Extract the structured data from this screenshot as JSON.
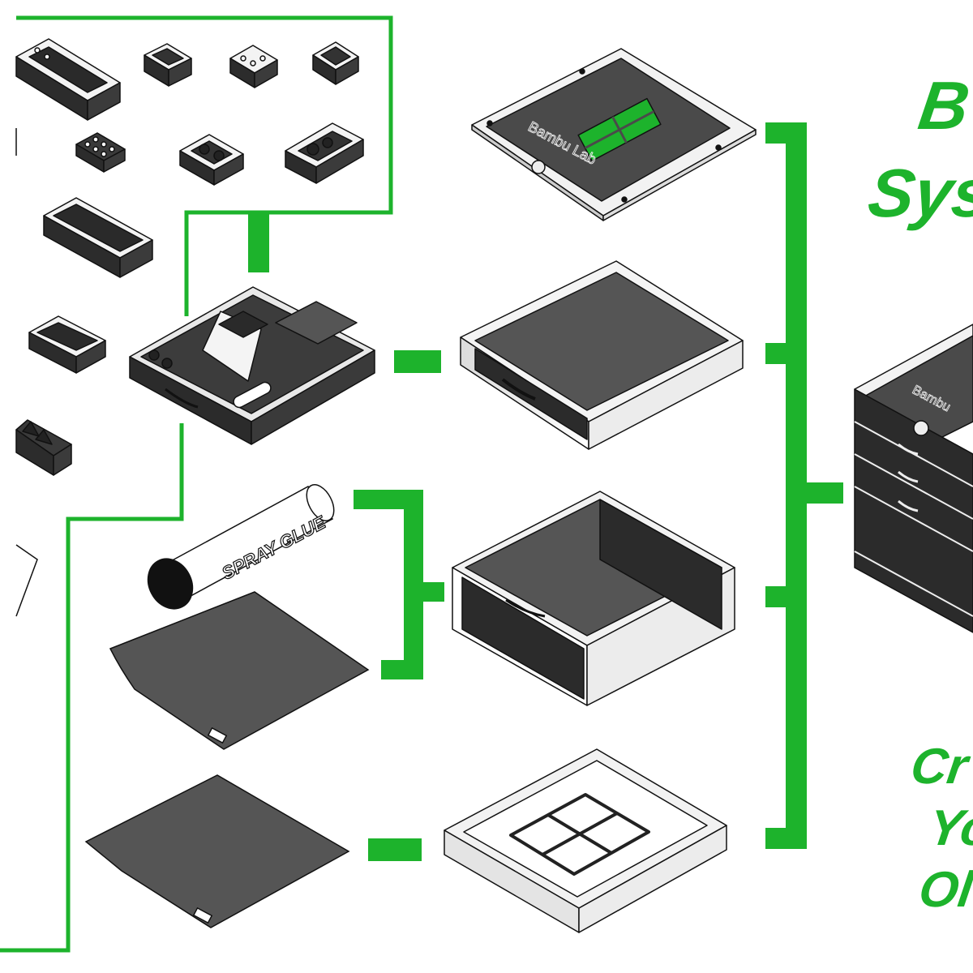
{
  "colors": {
    "accent": "#1db32c",
    "dark": "#2a2a2a",
    "grey": "#5a5a5a",
    "light": "#eeeeee",
    "outline": "#111111"
  },
  "title": {
    "line1": "B",
    "line2": "Sys",
    "tagline1": "Cr",
    "tagline2": "Yo",
    "tagline3": "Ol"
  },
  "lid": {
    "brand_text": "Bambu Lab",
    "logo_icon": "bambu-lab-logo-icon"
  },
  "stack": {
    "brand_text": "Bambu"
  },
  "accessories": {
    "spray_can_label": "SPRAY GLUE"
  }
}
